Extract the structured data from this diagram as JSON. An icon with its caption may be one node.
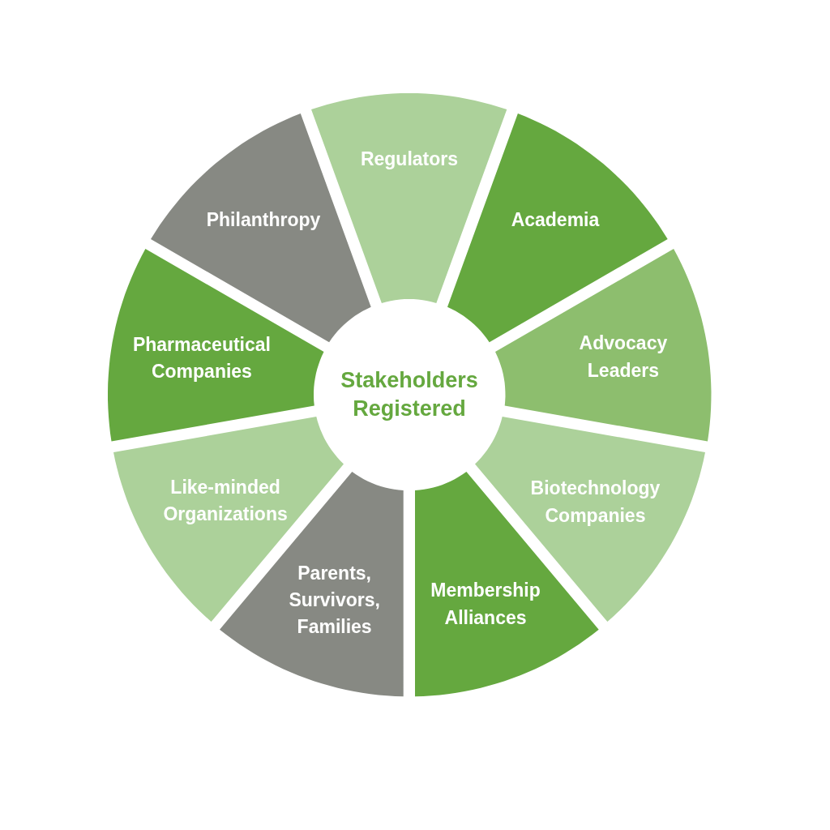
{
  "diagram": {
    "nodes": [
      {
        "text": [
          "Stakeholders Registered"
        ]
      },
      {
        "text": [
          "Regulators"
        ]
      },
      {
        "text": [
          "Academia"
        ]
      },
      {
        "text": [
          "Advocacy Leaders"
        ]
      },
      {
        "text": [
          "Biotechnology Companies"
        ]
      },
      {
        "text": [
          "Membership Alliances"
        ]
      },
      {
        "text": [
          "Parents, Survivors, Families"
        ]
      },
      {
        "text": [
          "Like-minded Organizations"
        ]
      },
      {
        "text": [
          "Pharmaceutical Companies"
        ]
      },
      {
        "text": [
          "Philanthropy"
        ]
      }
    ]
  }
}
